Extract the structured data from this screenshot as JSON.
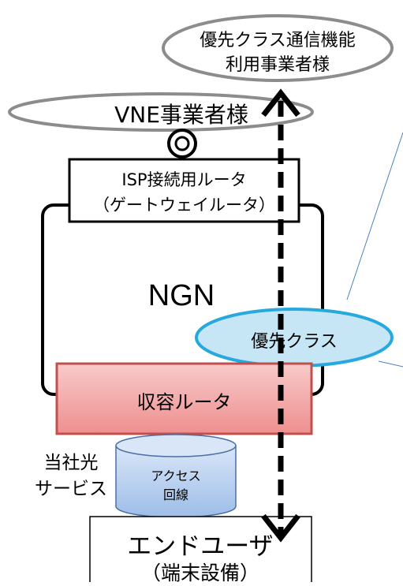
{
  "priority_user": {
    "line1": "優先クラス通信機能",
    "line2": "利用事業者様"
  },
  "vne": "VNE事業者様",
  "isp_router": {
    "line1": "ISP接続用ルータ",
    "line2": "（ゲートウェイルータ）"
  },
  "ngn": "NGN",
  "priority_class": "優先クラス",
  "accommodation_router": "収容ルータ",
  "fiber_service": {
    "line1": "当社光",
    "line2": "サービス"
  },
  "access_line": {
    "line1": "アクセス",
    "line2": "回線"
  },
  "end_user": {
    "line1": "エンドユーザ",
    "line2": "（端末設備）"
  },
  "colors": {
    "gray_outline": "#8c8c8c",
    "priority_fill": "#c6e6f5",
    "priority_stroke": "#28a9de",
    "router_fill": "#f3a9a9",
    "router_stroke": "#c0504d",
    "cylinder_fill": "#b3cdef",
    "cylinder_stroke": "#4a6fa5",
    "callout_line": "#4f81bd"
  }
}
